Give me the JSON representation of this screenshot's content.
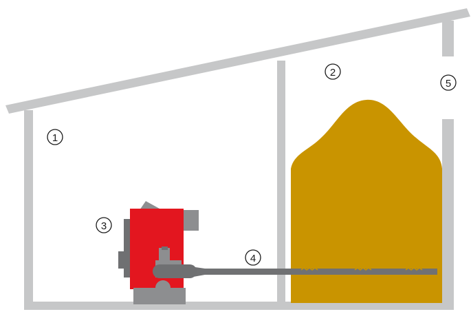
{
  "markers": [
    {
      "id": "boiler-room",
      "label": "1"
    },
    {
      "id": "fuel-store",
      "label": "2"
    },
    {
      "id": "boiler",
      "label": "3"
    },
    {
      "id": "auger",
      "label": "4"
    },
    {
      "id": "fill-opening",
      "label": "5"
    }
  ],
  "colors": {
    "wall": "#c6c7c8",
    "fuel": "#c99400",
    "boiler_red": "#e3161f",
    "boiler_dark": "#6f7072",
    "boiler_grey": "#8d8e90",
    "auger": "#707173",
    "marker_stroke": "#1a1a1a"
  }
}
